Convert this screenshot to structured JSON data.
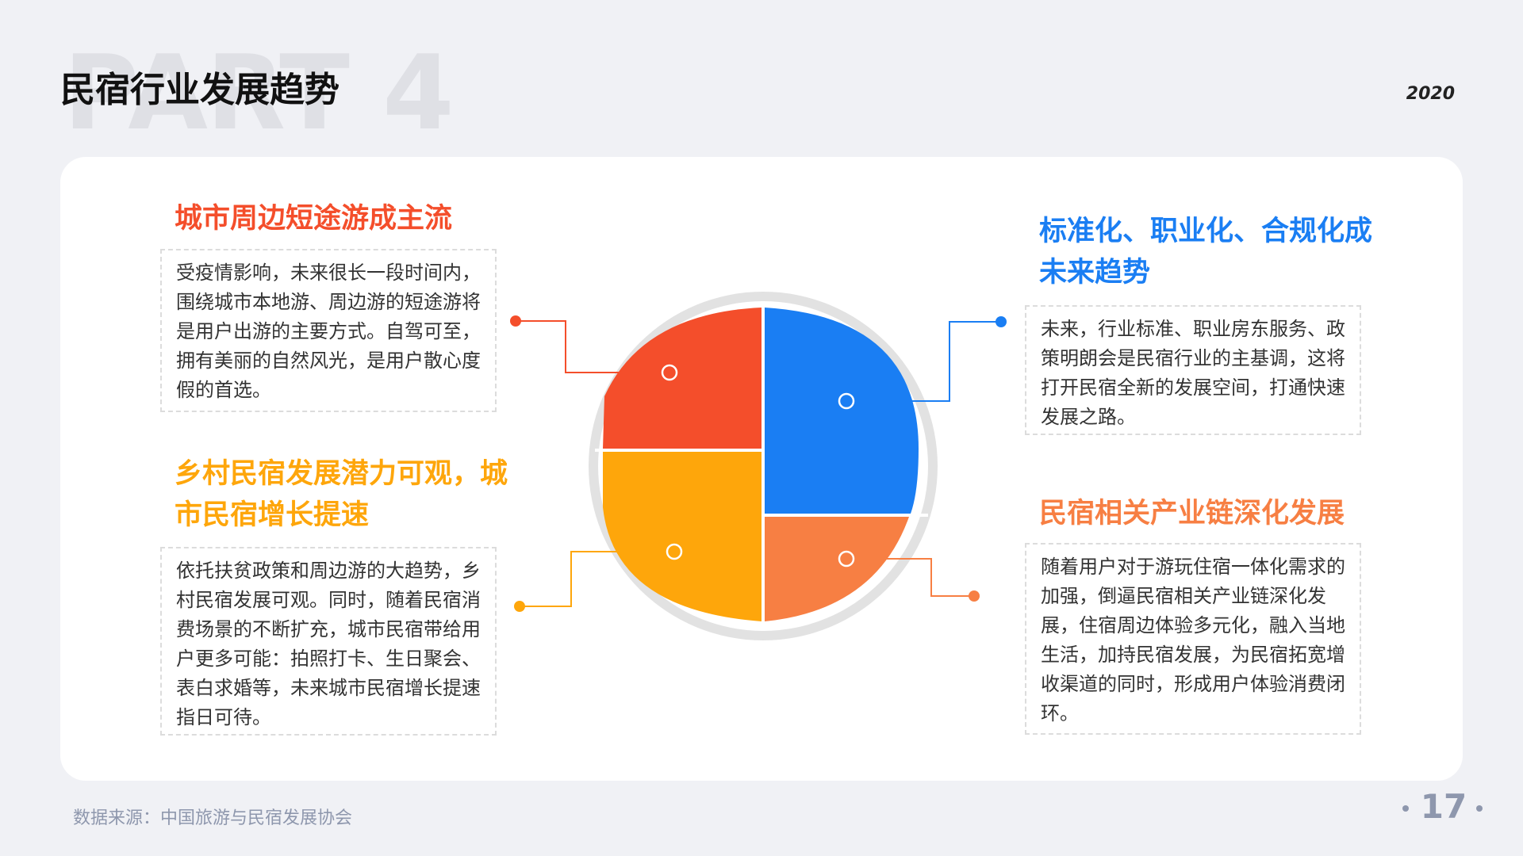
{
  "watermark": "PART 4",
  "title": "民宿行业发展趋势",
  "year": "2020",
  "colors": {
    "red": "#f44e2b",
    "blue": "#1a7ef3",
    "yellow": "#fea60b",
    "orange": "#f77f43",
    "ring": "#e2e2e2"
  },
  "trends": {
    "top_left": {
      "heading": "城市周边短途游成主流",
      "body": "受疫情影响，未来很长一段时间内，围绕城市本地游、周边游的短途游将是用户出游的主要方式。自驾可至，拥有美丽的自然风光，是用户散心度假的首选。"
    },
    "bottom_left": {
      "heading": "乡村民宿发展潜力可观，城市民宿增长提速",
      "body": "依托扶贫政策和周边游的大趋势，乡村民宿发展可观。同时，随着民宿消费场景的不断扩充，城市民宿带给用户更多可能：拍照打卡、生日聚会、表白求婚等，未来城市民宿增长提速指日可待。"
    },
    "top_right": {
      "heading": "标准化、职业化、合规化成未来趋势",
      "body": "未来，行业标准、职业房东服务、政策明朗会是民宿行业的主基调，这将打开民宿全新的发展空间，打通快速发展之路。"
    },
    "bottom_right": {
      "heading": "民宿相关产业链深化发展",
      "body": "随着用户对于游玩住宿一体化需求的加强，倒逼民宿相关产业链深化发展，住宿周边体验多元化，融入当地生活，加持民宿发展，为民宿拓宽增收渠道的同时，形成用户体验消费闭环。"
    }
  },
  "source": "数据来源：中国旅游与民宿发展协会",
  "page_number": "17"
}
